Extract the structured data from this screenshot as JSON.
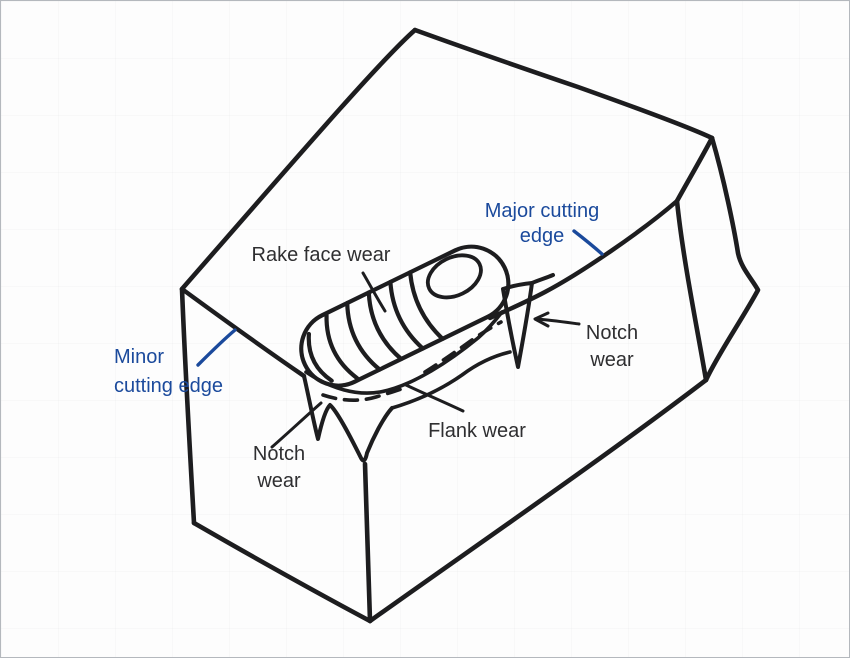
{
  "page": {
    "background": "#fdfdfd",
    "border_color": "#b4b8bd"
  },
  "colors": {
    "ink": "#1d1d1f",
    "label_text": "#2f2f31",
    "accent_blue": "#1b4a9c"
  },
  "diagram": {
    "subject": "Hand-drawn sketch of a cutting tool insert showing tool wear types"
  },
  "labels": {
    "rake_face_wear": {
      "text": "Rake face wear"
    },
    "major_cutting_edge": {
      "line1": "Major cutting",
      "line2": "edge"
    },
    "minor_cutting_edge": {
      "line1": "Minor",
      "line2": "cutting edge"
    },
    "notch_wear_left": {
      "line1": "Notch",
      "line2": "wear"
    },
    "flank_wear": {
      "text": "Flank wear"
    },
    "notch_wear_right": {
      "line1": "Notch",
      "line2": "wear"
    }
  }
}
